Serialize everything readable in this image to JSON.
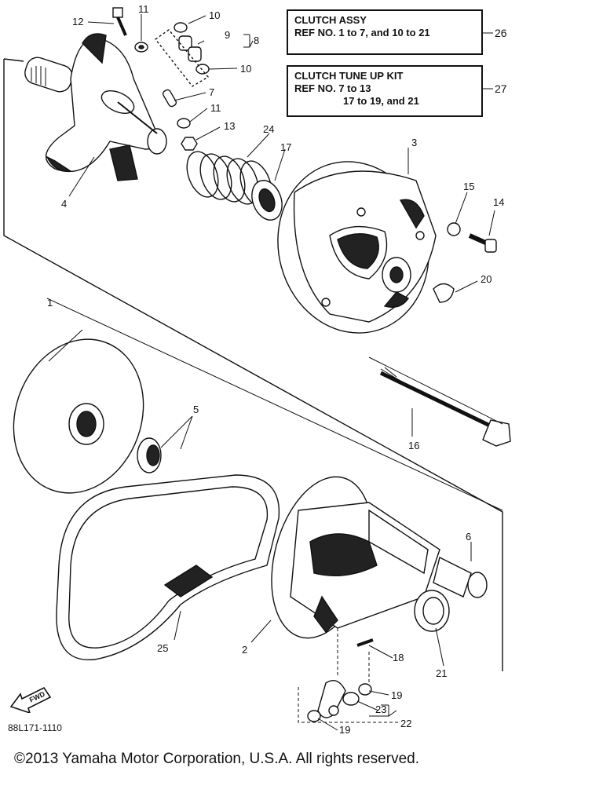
{
  "boxes": {
    "assy": {
      "line1": "CLUTCH ASSY",
      "line2": "REF NO. 1 to 7, and 10 to 21",
      "ref": "26"
    },
    "kit": {
      "line1": "CLUTCH TUNE UP KIT",
      "line2": "REF NO. 7 to 13",
      "line3": "17 to 19, and 21",
      "ref": "27"
    }
  },
  "callouts": {
    "n1": "1",
    "n2": "2",
    "n3": "3",
    "n4": "4",
    "n5": "5",
    "n6": "6",
    "n7": "7",
    "n8": "8",
    "n9": "9",
    "n10a": "10",
    "n10b": "10",
    "n11a": "11",
    "n11b": "11",
    "n12": "12",
    "n13": "13",
    "n14": "14",
    "n15": "15",
    "n16": "16",
    "n17": "17",
    "n18": "18",
    "n19a": "19",
    "n19b": "19",
    "n20": "20",
    "n21": "21",
    "n22": "22",
    "n23": "23",
    "n24": "24",
    "n25": "25"
  },
  "fwd_label": "FWD",
  "drawing_code": "88L171-1110",
  "copyright": "©2013 Yamaha Motor Corporation, U.S.A. All rights reserved."
}
